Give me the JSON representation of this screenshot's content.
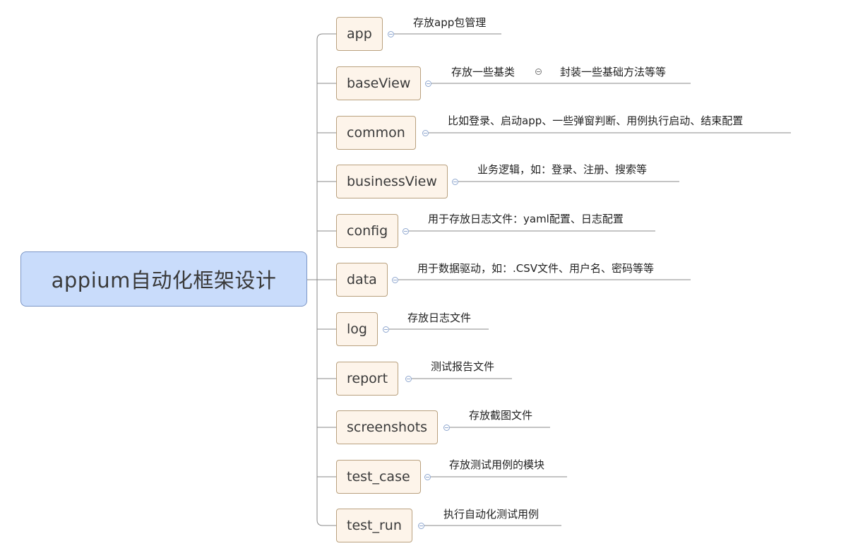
{
  "root": {
    "label": "appium自动化框架设计"
  },
  "modules": [
    {
      "name": "app",
      "notes": [
        "存放app包管理"
      ]
    },
    {
      "name": "baseView",
      "notes": [
        "存放一些基类",
        "封装一些基础方法等等"
      ]
    },
    {
      "name": "common",
      "notes": [
        "比如登录、启动app、一些弹窗判断、用例执行启动、结束配置"
      ]
    },
    {
      "name": "businessView",
      "notes": [
        "业务逻辑，如：登录、注册、搜索等"
      ]
    },
    {
      "name": "config",
      "notes": [
        "用于存放日志文件：yaml配置、日志配置"
      ]
    },
    {
      "name": "data",
      "notes": [
        "用于数据驱动，如：.CSV文件、用户名、密码等等"
      ]
    },
    {
      "name": "log",
      "notes": [
        "存放日志文件"
      ]
    },
    {
      "name": "report",
      "notes": [
        "测试报告文件"
      ]
    },
    {
      "name": "screenshots",
      "notes": [
        "存放截图文件"
      ]
    },
    {
      "name": "test_case",
      "notes": [
        "存放测试用例的模块"
      ]
    },
    {
      "name": "test_run",
      "notes": [
        "执行自动化测试用例"
      ]
    }
  ]
}
